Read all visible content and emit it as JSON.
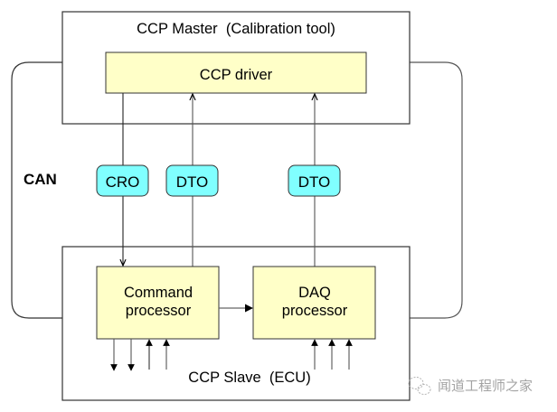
{
  "diagram": {
    "master": {
      "title": "CCP Master  (Calibration tool)",
      "driver_label": "CCP driver"
    },
    "bus": {
      "label": "CAN"
    },
    "messages": [
      {
        "id": "cro",
        "label": "CRO",
        "direction": "master-to-slave",
        "target": "Command processor"
      },
      {
        "id": "dto1",
        "label": "DTO",
        "direction": "slave-to-master",
        "source": "Command processor"
      },
      {
        "id": "dto2",
        "label": "DTO",
        "direction": "slave-to-master",
        "source": "DAQ processor"
      }
    ],
    "slave": {
      "title": "CCP Slave  (ECU)",
      "command_processor": {
        "line1": "Command",
        "line2": "processor",
        "outputs": 2,
        "inputs": 2
      },
      "daq_processor": {
        "line1": "DAQ",
        "line2": "processor",
        "inputs": 3
      }
    },
    "colors": {
      "box_fill": "#FFFFC8",
      "message_fill": "#80FFFF",
      "stroke": "#000000"
    }
  },
  "watermark": {
    "text": "闻道工程师之家",
    "icon": "wechat-icon"
  }
}
